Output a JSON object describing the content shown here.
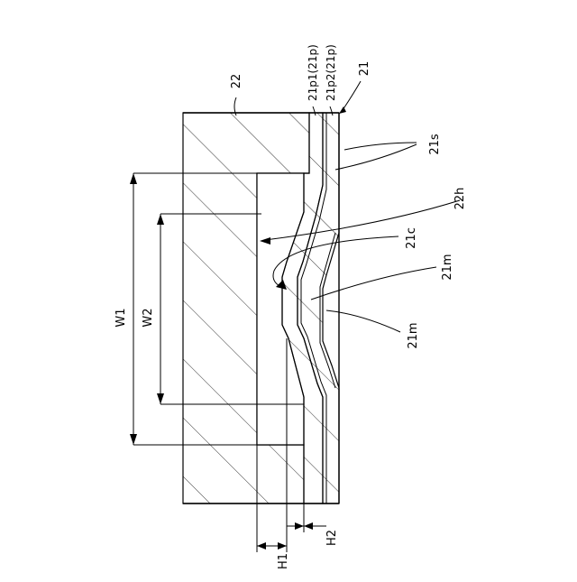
{
  "labels": {
    "block_22": "22",
    "layer_21p1": "21p1(21p)",
    "layer_21p2": "21p2(21p)",
    "layer_21": "21",
    "layer_21s": "21s",
    "hole_22h": "22h",
    "concave_21c": "21c",
    "mark_21m_upper": "21m",
    "mark_21m_lower": "21m",
    "width_W1": "W1",
    "width_W2": "W2",
    "height_H1": "H1",
    "height_H2": "H2"
  }
}
